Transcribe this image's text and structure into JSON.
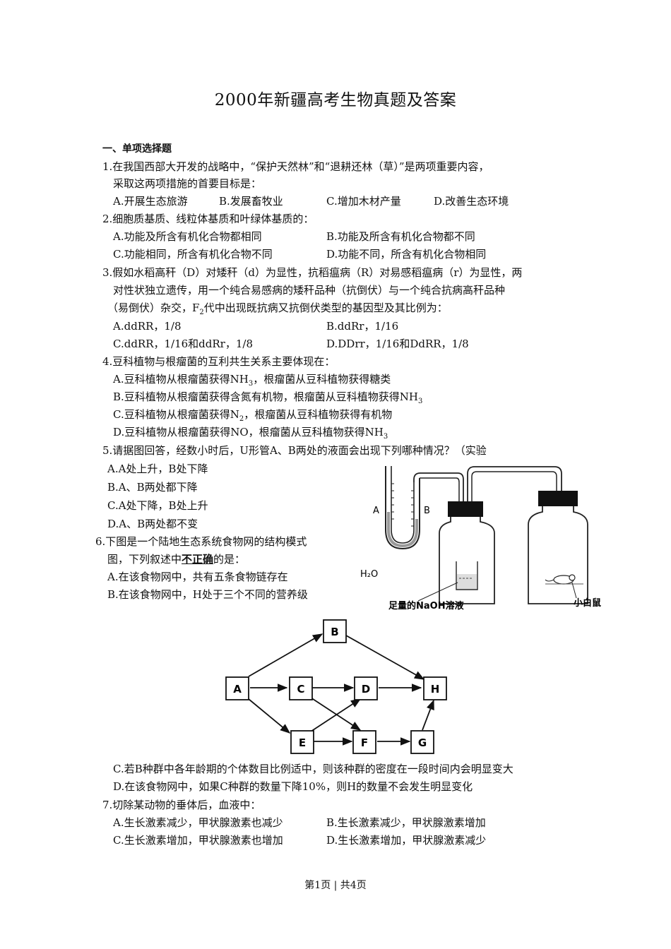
{
  "title": "2000年新疆高考生物真题及答案",
  "section1": "一、单项选择题",
  "q1": {
    "stem1": "1.在我国西部大开发的战略中，“保护天然林”和“退耕还林（草）”是两项重要内容，",
    "stem2": "采取这两项措施的首要目标是：",
    "A": "A.开展生态旅游",
    "B": "B.发展畜牧业",
    "C": "C.增加木材产量",
    "D": "D.改善生态环境"
  },
  "q2": {
    "stem": "2.细胞质基质、线粒体基质和叶绿体基质的：",
    "A": "A.功能及所含有机化合物都相同",
    "B": "B.功能及所含有机化合物都不同",
    "C": "C.功能相同，所含有机化合物不同",
    "D": "D.功能不同，所含有机化合物相同"
  },
  "q3": {
    "stem1": "3.假如水稻高秆（D）对矮秆（d）为显性，抗稻瘟病（R）对易感稻瘟病（r）为显性，两",
    "stem2": "对性状独立遗传，用一个纯合易感病的矮秆品种（抗倒伏）与一个纯合抗病高秆品种",
    "stem3a": "（易倒伏）杂交，F",
    "stem3sub": "2",
    "stem3b": "代中出现既抗病又抗倒伏类型的基因型及其比例为：",
    "A": "A.ddRR，1/8",
    "B": "B.ddRr，1/16",
    "C": "C.ddRR，1/16和ddRr，1/8",
    "D": "D.DDrr，1/16和DdRR，1/8"
  },
  "q4": {
    "stem": "4.豆科植物与根瘤菌的互利共生关系主要体现在：",
    "A_pre": "A.豆科植物从根瘤菌获得NH",
    "A_sub": "3",
    "A_post": "，根瘤菌从豆科植物获得糖类",
    "B_pre": "B.豆科植物从根瘤菌获得含氮有机物，根瘤菌从豆科植物获得NH",
    "B_sub": "3",
    "C_pre": "C.豆科植物从根瘤菌获得N",
    "C_sub": "2",
    "C_post": "，根瘤菌从豆科植物获得有机物",
    "D_pre": "D.豆科植物从根瘤菌获得NO，根瘤菌从豆科植物获得NH",
    "D_sub": "3"
  },
  "q5": {
    "stem": "5.请据图回答，经数小时后，U形管A、B两处的液面会出现下列哪种情况？（实验",
    "A": "A.A处上升，B处下降",
    "B": "B.A、B两处都下降",
    "C": "C.A处下降，B处上升",
    "D": "D.A、B两处都不变",
    "fig": {
      "label_a": "A",
      "label_b": "B",
      "water": "H₂O",
      "naoh": "足量的NaOH溶液",
      "mouse": "小白鼠"
    }
  },
  "q6": {
    "stem1": "6.下图是一个陆地生态系统食物网的结构模式",
    "stem2a": "图，下列叙述中",
    "stem2em": "不正确",
    "stem2b": "的是：",
    "A": "A.在该食物网中，共有五条食物链存在",
    "B": "B.在该食物网中，H处于三个不同的营养级",
    "C": "C.若B种群中各年龄期的个体数目比例适中，则该种群的密度在一段时间内会明显变大",
    "D": "D.在该食物网中，如果C种群的数量下降10%，则H的数量不会发生明显变化",
    "nodes": [
      "A",
      "B",
      "C",
      "D",
      "E",
      "F",
      "G",
      "H"
    ]
  },
  "q7": {
    "stem": "7.切除某动物的垂体后，血液中：",
    "A": "A.生长激素减少，甲状腺激素也减少",
    "B": "B.生长激素减少，甲状腺激素增加",
    "C": "C.生长激素增加，甲状腺激素也增加",
    "D": "D.生长激素增加，甲状腺激素减少"
  },
  "footer": "第1页 | 共4页"
}
